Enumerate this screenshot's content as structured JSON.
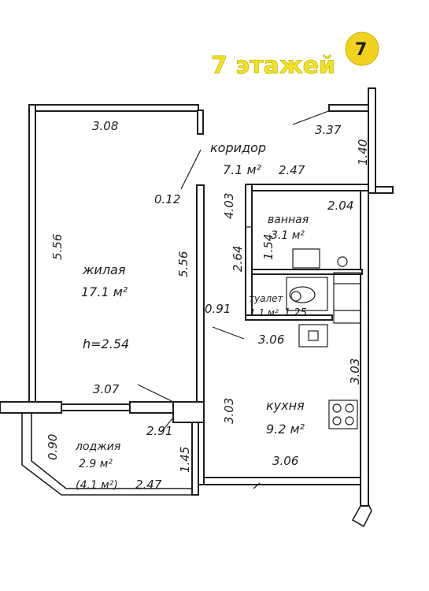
{
  "brand": {
    "text": "7 этажей",
    "badge_number": "7",
    "colors": {
      "text": "#f2e21f",
      "badge": "#f2d21f",
      "ink": "#1e1e1e"
    }
  },
  "rooms": {
    "living": {
      "name": "жилая",
      "area": "17.1 м²",
      "height": "h=2.54"
    },
    "corridor": {
      "name": "коридор",
      "area": "7.1 м²"
    },
    "bathroom": {
      "name": "ванная",
      "area": "3.1 м²"
    },
    "toilet": {
      "name": "туалет",
      "area": "1.1 м²"
    },
    "kitchen": {
      "name": "кухня",
      "area": "9.2 м²"
    },
    "loggia": {
      "name": "лоджия",
      "area": "2.9 м²",
      "area_full": "(4.1 м²)"
    }
  },
  "dimensions": {
    "living_top": "3.08",
    "living_left": "5.56",
    "living_right": "5.56",
    "living_bottom": "3.07",
    "corridor_top": "3.37",
    "corridor_right": "1.40",
    "corridor_width": "2.47",
    "corridor_len": "4.03",
    "corridor_nib": "0.12",
    "bath_height": "2.64",
    "bath_inner": "1.54",
    "bath_top_right": "2.04",
    "toilet_left": "0.91",
    "toilet_w": "1.25",
    "kitchen_top": "3.06",
    "kitchen_left": "3.03",
    "kitchen_right": "3.03",
    "kitchen_bottom": "3.06",
    "loggia_left": "0.90",
    "loggia_right": "1.45",
    "loggia_top": "2.91",
    "loggia_bottom": "2.47"
  }
}
